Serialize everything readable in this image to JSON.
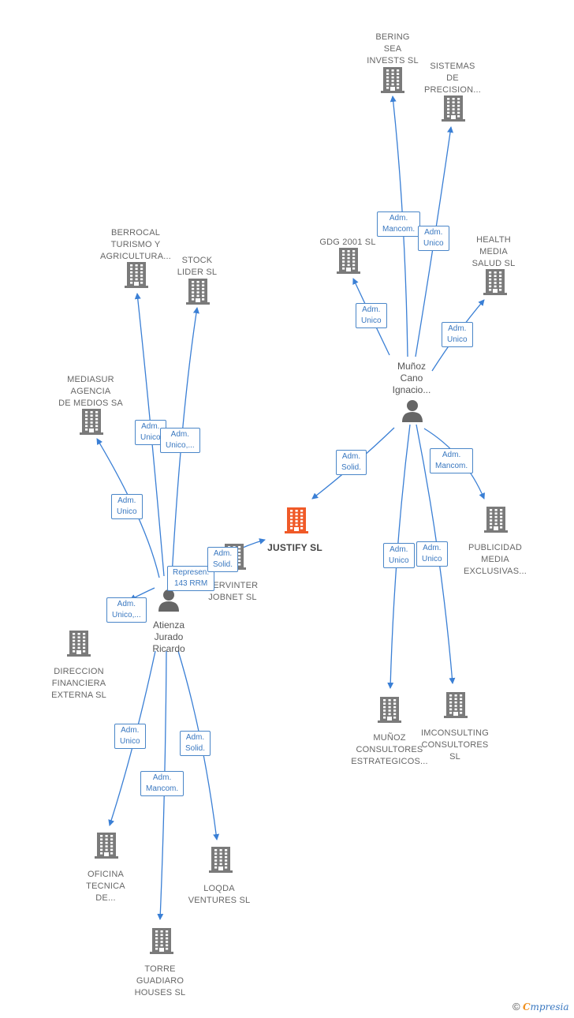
{
  "colors": {
    "edge": "#3a7fd5",
    "building": "#7a7a7a",
    "target": "#f05a28",
    "label": "#666666"
  },
  "nodes": [
    {
      "id": "bering",
      "type": "company",
      "label": [
        "BERING",
        "SEA",
        "INVESTS  SL"
      ]
    },
    {
      "id": "sistemas",
      "type": "company",
      "label": [
        "SISTEMAS",
        "DE",
        "PRECISION..."
      ]
    },
    {
      "id": "gdg",
      "type": "company",
      "label": [
        "GDG 2001  SL"
      ]
    },
    {
      "id": "health",
      "type": "company",
      "label": [
        "HEALTH",
        "MEDIA",
        "SALUD  SL"
      ]
    },
    {
      "id": "berrocal",
      "type": "company",
      "label": [
        "BERROCAL",
        "TURISMO Y",
        "AGRICULTURA..."
      ]
    },
    {
      "id": "stock",
      "type": "company",
      "label": [
        "STOCK",
        "LIDER  SL"
      ]
    },
    {
      "id": "mediasur",
      "type": "company",
      "label": [
        "MEDIASUR",
        "AGENCIA",
        "DE MEDIOS SA"
      ]
    },
    {
      "id": "justify",
      "type": "target",
      "label": [
        "JUSTIFY  SL"
      ]
    },
    {
      "id": "servinter",
      "type": "company",
      "label": [
        "SERVINTER",
        "JOBNET SL"
      ]
    },
    {
      "id": "publicidad",
      "type": "company",
      "label": [
        "PUBLICIDAD",
        "MEDIA",
        "EXCLUSIVAS..."
      ]
    },
    {
      "id": "direccion",
      "type": "company",
      "label": [
        "DIRECCION",
        "FINANCIERA",
        "EXTERNA  SL"
      ]
    },
    {
      "id": "munozcons",
      "type": "company",
      "label": [
        "MUÑOZ",
        "CONSULTORES",
        "ESTRATEGICOS..."
      ]
    },
    {
      "id": "imconsulting",
      "type": "company",
      "label": [
        "IMCONSULTING",
        "CONSULTORES",
        "SL"
      ]
    },
    {
      "id": "oficina",
      "type": "company",
      "label": [
        "OFICINA",
        "TECNICA",
        "DE..."
      ]
    },
    {
      "id": "loqda",
      "type": "company",
      "label": [
        "LOQDA",
        "VENTURES  SL"
      ]
    },
    {
      "id": "torre",
      "type": "company",
      "label": [
        "TORRE",
        "GUADIARO",
        "HOUSES SL"
      ]
    },
    {
      "id": "munoz",
      "type": "person",
      "label": [
        "Muñoz",
        "Cano",
        "Ignacio..."
      ]
    },
    {
      "id": "atienza",
      "type": "person",
      "label": [
        "Atienza",
        "Jurado",
        "Ricardo"
      ]
    }
  ],
  "edges": [
    {
      "from": "munoz",
      "to": "bering",
      "label": [
        "Adm.",
        "Mancom."
      ]
    },
    {
      "from": "munoz",
      "to": "sistemas",
      "label": [
        "Adm.",
        "Unico"
      ]
    },
    {
      "from": "munoz",
      "to": "gdg",
      "label": [
        "Adm.",
        "Unico"
      ]
    },
    {
      "from": "munoz",
      "to": "health",
      "label": [
        "Adm.",
        "Unico"
      ]
    },
    {
      "from": "munoz",
      "to": "justify",
      "label": [
        "Adm.",
        "Solid."
      ]
    },
    {
      "from": "munoz",
      "to": "publicidad",
      "label": [
        "Adm.",
        "Mancom."
      ]
    },
    {
      "from": "munoz",
      "to": "munozcons",
      "label": [
        "Adm.",
        "Unico"
      ]
    },
    {
      "from": "munoz",
      "to": "imconsulting",
      "label": [
        "Adm.",
        "Unico"
      ]
    },
    {
      "from": "atienza",
      "to": "berrocal",
      "label": [
        "Adm.",
        "Unico"
      ]
    },
    {
      "from": "atienza",
      "to": "stock",
      "label": [
        "Adm.",
        "Unico,..."
      ]
    },
    {
      "from": "atienza",
      "to": "mediasur",
      "label": [
        "Adm.",
        "Unico"
      ]
    },
    {
      "from": "atienza",
      "to": "servinter",
      "label": [
        "Represen.",
        "143 RRM"
      ]
    },
    {
      "from": "atienza",
      "to": "justify",
      "label": [
        "Adm.",
        "Solid."
      ]
    },
    {
      "from": "atienza",
      "to": "direccion",
      "label": [
        "Adm.",
        "Unico,..."
      ]
    },
    {
      "from": "atienza",
      "to": "oficina",
      "label": [
        "Adm.",
        "Unico"
      ]
    },
    {
      "from": "atienza",
      "to": "torre",
      "label": [
        "Adm.",
        "Mancom."
      ]
    },
    {
      "from": "atienza",
      "to": "loqda",
      "label": [
        "Adm.",
        "Solid."
      ]
    }
  ],
  "brand": {
    "copyright": "©",
    "initial": "C",
    "name": "mpresia"
  }
}
